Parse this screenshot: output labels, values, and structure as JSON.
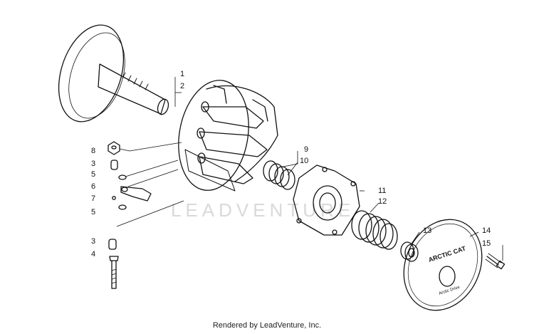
{
  "callouts": [
    {
      "id": "1",
      "text": "1"
    },
    {
      "id": "2",
      "text": "2"
    },
    {
      "id": "3a",
      "text": "3"
    },
    {
      "id": "3b",
      "text": "3"
    },
    {
      "id": "4",
      "text": "4"
    },
    {
      "id": "5a",
      "text": "5"
    },
    {
      "id": "5b",
      "text": "5"
    },
    {
      "id": "6",
      "text": "6"
    },
    {
      "id": "7",
      "text": "7"
    },
    {
      "id": "8",
      "text": "8"
    },
    {
      "id": "9",
      "text": "9"
    },
    {
      "id": "10",
      "text": "10"
    },
    {
      "id": "11",
      "text": "11"
    },
    {
      "id": "12",
      "text": "12"
    },
    {
      "id": "13",
      "text": "13"
    },
    {
      "id": "14",
      "text": "14"
    },
    {
      "id": "15",
      "text": "15"
    }
  ],
  "watermark": "LEADVENTURE",
  "cover_text_1": "ARCTIC CAT",
  "cover_text_2": "Arctic Drive",
  "footer": "Rendered by LeadVenture, Inc.",
  "colors": {
    "ink": "#111111",
    "watermark": "#d9d9d9",
    "background": "#ffffff"
  }
}
